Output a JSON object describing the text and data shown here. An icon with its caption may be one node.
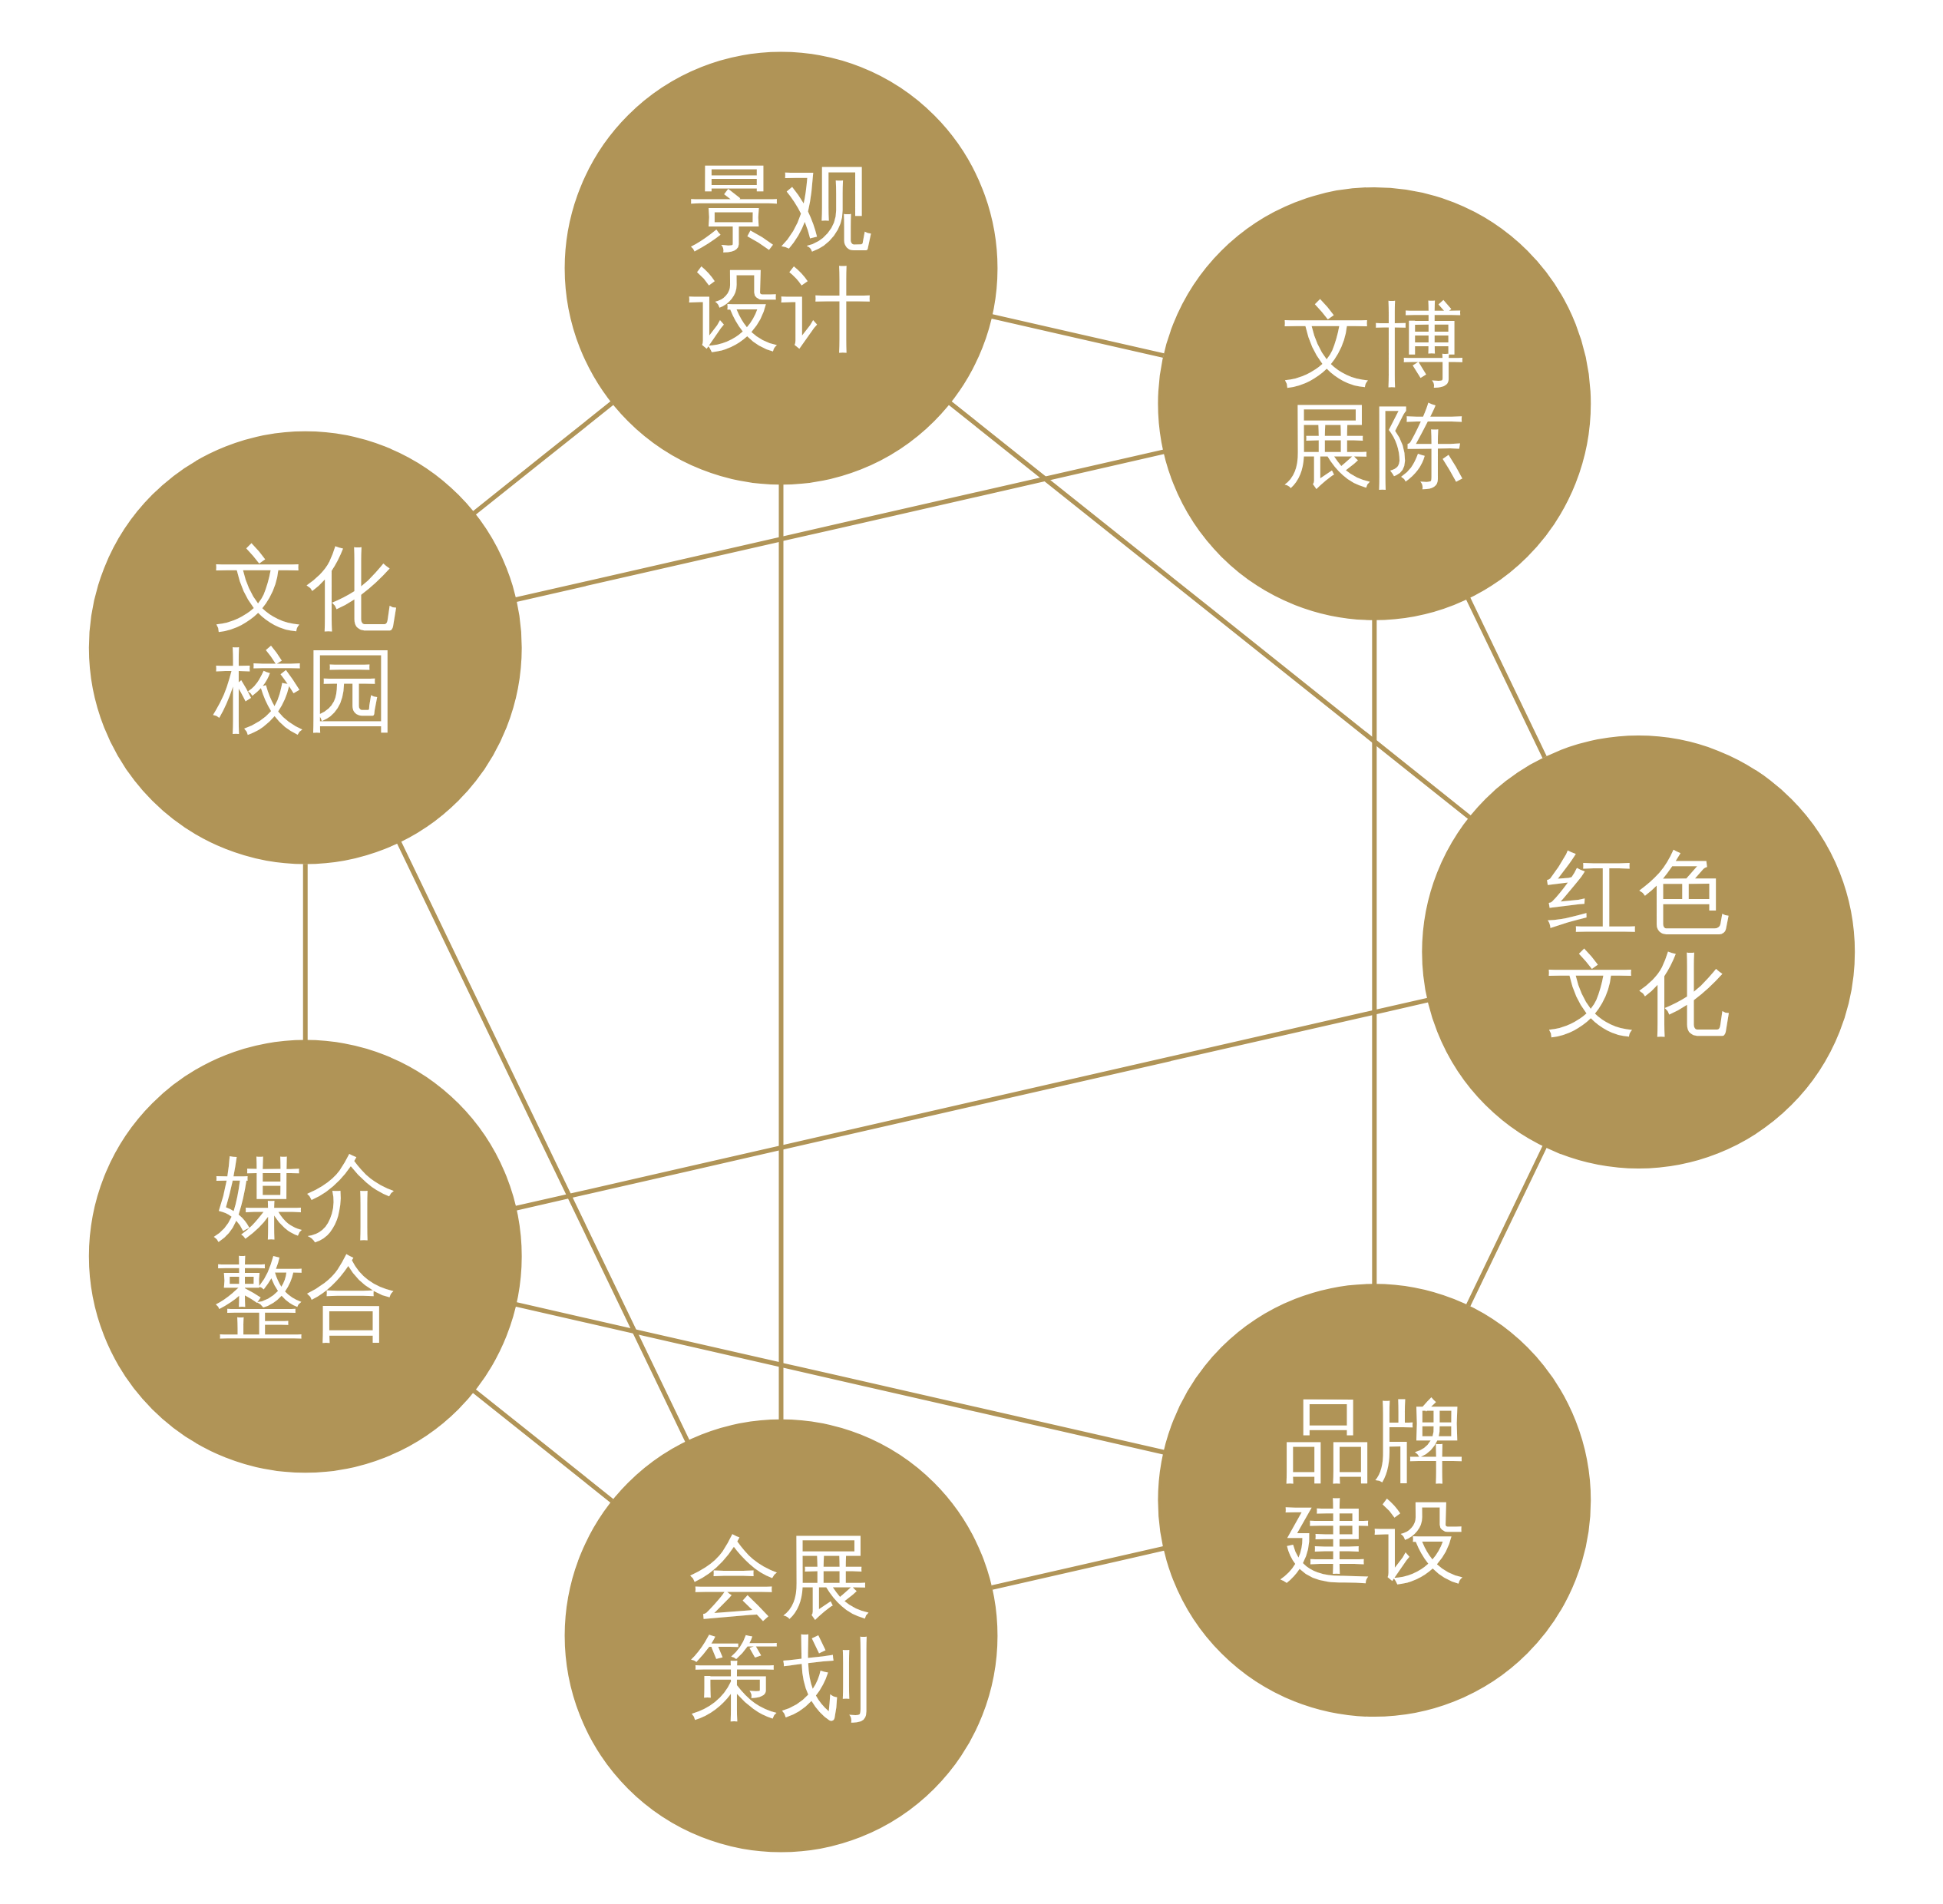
{
  "diagram": {
    "nodes": [
      {
        "text": [
          "文博展陈"
        ]
      },
      {
        "text": [
          "红色文化"
        ]
      },
      {
        "text": [
          "品牌建设"
        ]
      },
      {
        "text": [
          "媒介整合"
        ]
      },
      {
        "text": [
          "会展策划"
        ]
      },
      {
        "text": [
          "文化校园"
        ]
      },
      {
        "text": [
          "景观设计"
        ]
      }
    ],
    "edges": [
      {
        "from": 0,
        "to": 1,
        "arrow": "none"
      },
      {
        "from": 1,
        "to": 2,
        "arrow": "none"
      },
      {
        "from": 2,
        "to": 3,
        "arrow": "none"
      },
      {
        "from": 3,
        "to": 4,
        "arrow": "none"
      },
      {
        "from": 4,
        "to": 5,
        "arrow": "none"
      },
      {
        "from": 5,
        "to": 6,
        "arrow": "none"
      },
      {
        "from": 6,
        "to": 0,
        "arrow": "none"
      },
      {
        "from": 0,
        "to": 2,
        "arrow": "none"
      },
      {
        "from": 1,
        "to": 3,
        "arrow": "none"
      },
      {
        "from": 2,
        "to": 4,
        "arrow": "none"
      },
      {
        "from": 3,
        "to": 5,
        "arrow": "none"
      },
      {
        "from": 4,
        "to": 6,
        "arrow": "none"
      },
      {
        "from": 5,
        "to": 0,
        "arrow": "none"
      },
      {
        "from": 6,
        "to": 1,
        "arrow": "none"
      }
    ]
  }
}
